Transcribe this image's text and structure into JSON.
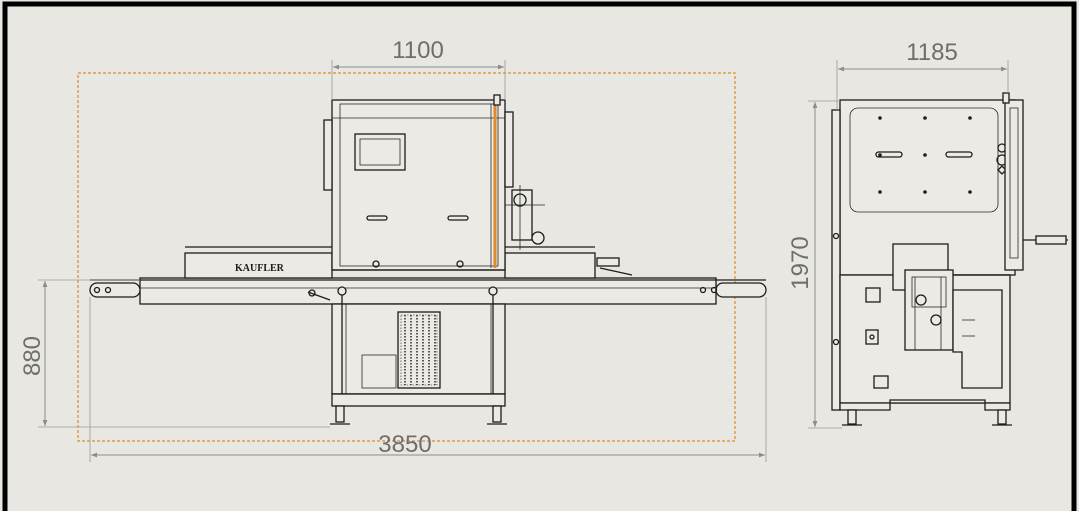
{
  "drawing": {
    "background": "#e8e7e1",
    "frame_color": "#000000",
    "envelope_color": "#e0892c",
    "dimension_color": "#8c8c8c"
  },
  "front_view": {
    "brand_label": "KAUFLER",
    "dim_width_top": "1100",
    "dim_total_width": "3850",
    "dim_height": "880"
  },
  "side_view": {
    "dim_width_top": "1185",
    "dim_height": "1970"
  }
}
